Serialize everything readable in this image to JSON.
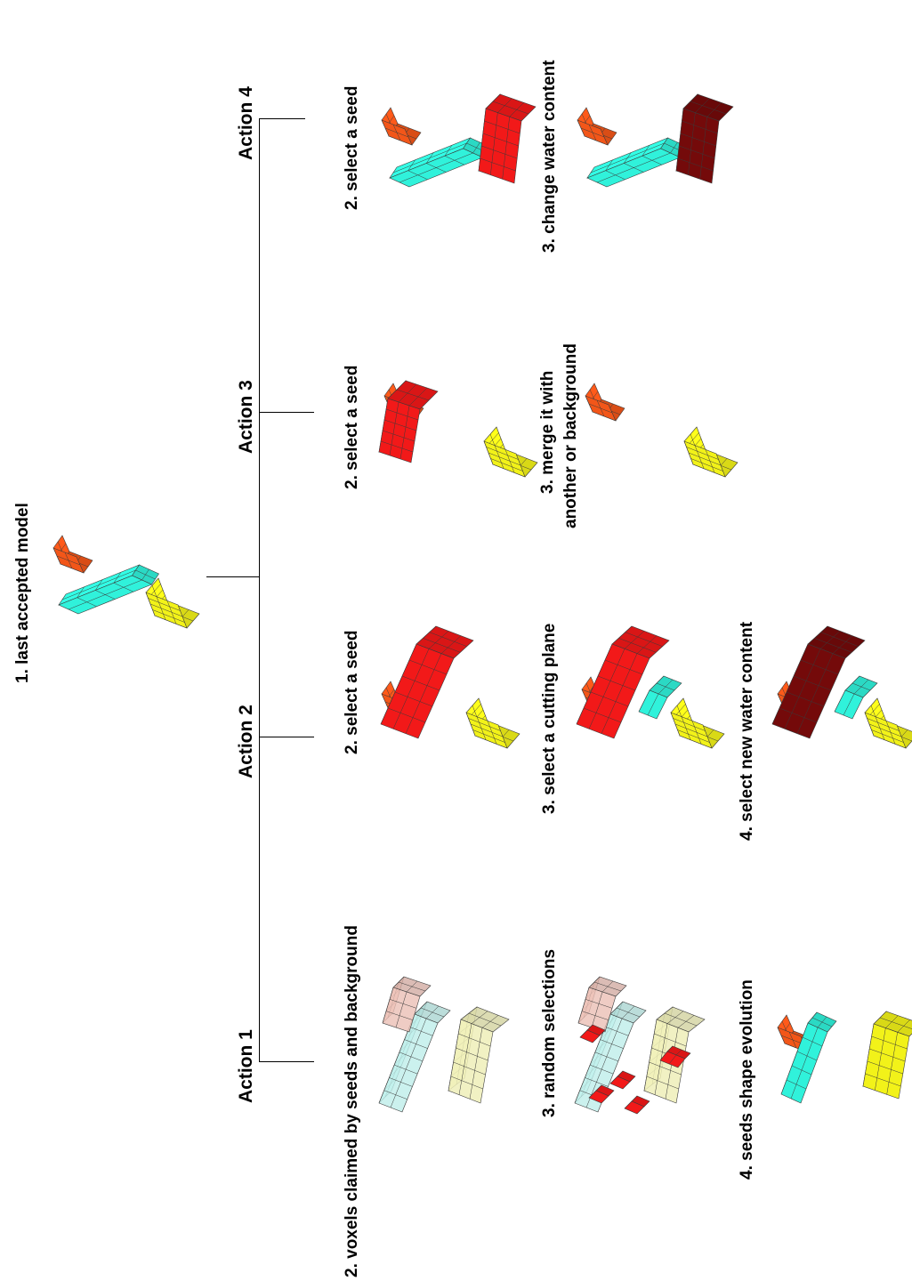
{
  "root_label": "1. last accepted model",
  "actions": [
    {
      "title": "Action 1",
      "steps": [
        "2. voxels claimed by seeds and background",
        "3. random selections",
        "4. seeds shape evolution"
      ]
    },
    {
      "title": "Action 2",
      "steps": [
        "2. select a seed",
        "3. select a cutting plane",
        "4. select new water content"
      ]
    },
    {
      "title": "Action 3",
      "steps": [
        "2. select a seed",
        "3. merge it with",
        "another or background"
      ]
    },
    {
      "title": "Action 4",
      "steps": [
        "2. select a seed",
        "3. change water content"
      ]
    }
  ],
  "colors": {
    "orange_seed": "#ff5a1a",
    "cyan_seed": "#33ffe6",
    "yellow_seed": "#ffff1a",
    "red_selected": "#ff1a1a",
    "dark_red_new_water": "#7a0a0a",
    "pale_red": "#f7c9be",
    "pale_cyan": "#c8fbf6",
    "pale_yellow": "#fbfbc2"
  }
}
